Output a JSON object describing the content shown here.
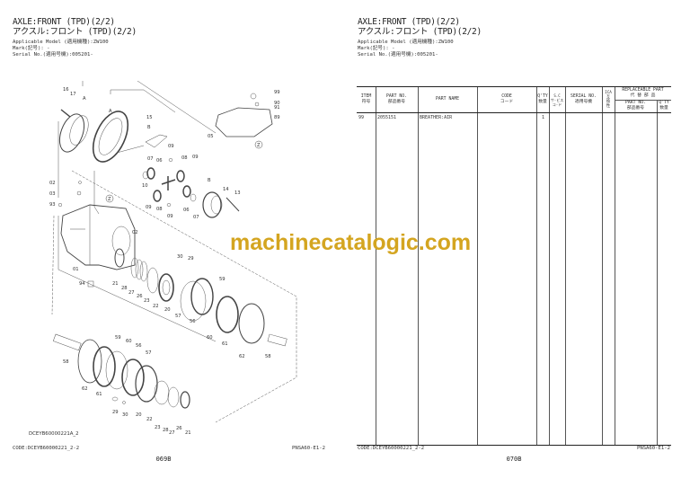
{
  "left_page": {
    "title_en": "AXLE:FRONT (TPD)(2/2)",
    "title_jp": "アクスル:フロント (TPD)(2/2)",
    "applicable_model": "Applicable Model (適用機種):ZW100",
    "mark": "Mark(記号): -",
    "serial_no": "Serial No.(適用号機):005201-",
    "figure_code": "DCEYB60000221A_2",
    "footer_code": "CODE:DCEYB60000221_2-2",
    "footer_ref": "PNSA60-E1-2",
    "page_number": "069B",
    "callouts": {
      "c16": "16",
      "c17": "17",
      "cA1": "A",
      "cA2": "A",
      "c15": "15",
      "cB1": "B",
      "c99": "99",
      "c90": "90",
      "c91": "91",
      "c89": "89",
      "cZ1": "Z",
      "c05": "05",
      "cB2": "B",
      "c09a": "09",
      "c07a": "07",
      "c06a": "06",
      "c08a": "08",
      "c09b": "09",
      "c10": "10",
      "c09c": "09",
      "c08b": "08",
      "c09d": "09",
      "c06b": "06",
      "c07b": "07",
      "c14": "14",
      "c13": "13",
      "c02a": "02",
      "c03": "03",
      "c93": "93",
      "cZ2": "Z",
      "c01": "01",
      "c94": "94",
      "c02b": "02",
      "c21a": "21",
      "c28a": "28",
      "c27a": "27",
      "c26a": "26",
      "c23a": "23",
      "c22a": "22",
      "c20a": "20",
      "c30a": "30",
      "c29a": "29",
      "c57a": "57",
      "c56a": "56",
      "c59a": "59",
      "c60a": "60",
      "c61a": "61",
      "c62a": "62",
      "c58a": "58",
      "c58b": "58",
      "c62b": "62",
      "c61b": "61",
      "c59b": "59",
      "c60b": "60",
      "c56b": "56",
      "c57b": "57",
      "c29b": "29",
      "c30b": "30",
      "c20b": "20",
      "c22b": "22",
      "c23b": "23",
      "c28b": "28",
      "c27b": "27",
      "c26b": "26",
      "c21b": "21"
    }
  },
  "right_page": {
    "title_en": "AXLE:FRONT (TPD)(2/2)",
    "title_jp": "アクスル:フロント (TPD)(2/2)",
    "applicable_model": "Applicable Model (適用機種):ZW100",
    "mark": "Mark(記号): -",
    "serial_no": "Serial No.(適用号機):005201-",
    "footer_code": "CODE:DCEYB60000221_2-2",
    "footer_ref": "PNSA60-E1-2",
    "page_number": "070B",
    "table": {
      "headers": {
        "item_en": "ITEM",
        "item_jp": "符号",
        "partno_en": "PART NO.",
        "partno_jp": "部品番号",
        "partname": "PART NAME",
        "code_en": "CODE",
        "code_jp": "コード",
        "qty_en": "Q'TY",
        "qty_jp": "数量",
        "sc_1": "S.C",
        "sc_2": "サ-ビス",
        "sc_3": "コ-ド",
        "serial_en": "SERIAL NO.",
        "serial_jp": "適用号機",
        "ica_1": "ICA",
        "ica_2": "互",
        "ica_3": "換",
        "ica_4": "性",
        "repl_en": "REPLACEABLE PART",
        "repl_jp": "代 替 部 品",
        "repl_partno_en": "PART NO.",
        "repl_partno_jp": "部品番号",
        "repl_qty_en": "Q'TY",
        "repl_qty_jp": "数量"
      },
      "rows": [
        {
          "item": "99",
          "part_no": "2055151",
          "part_name": "BREATHER:AIR",
          "code": "",
          "qty": "1",
          "sc": "",
          "serial": "",
          "ica": "",
          "repl_part_no": "",
          "repl_qty": ""
        }
      ]
    }
  },
  "watermark": {
    "text": "machinecatalogic.com",
    "color": "#d4a520"
  }
}
